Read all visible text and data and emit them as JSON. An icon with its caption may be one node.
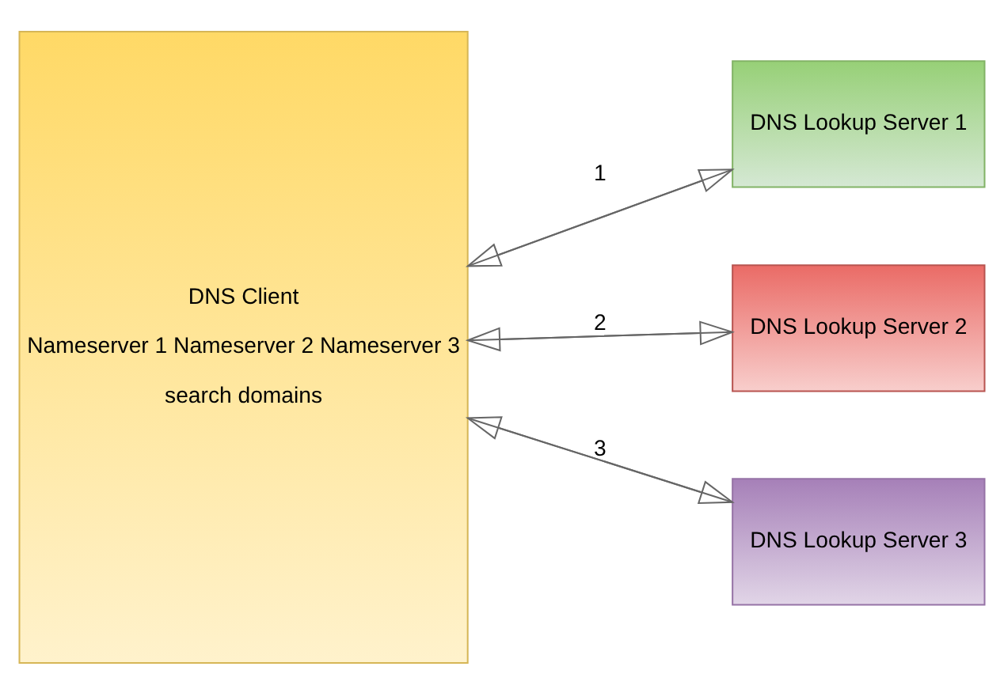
{
  "diagram": {
    "nodes": [
      {
        "text": [
          "DNS Client",
          "Nameserver 1 Nameserver 2 Nameserver 3",
          "search domains"
        ]
      },
      {
        "text": [
          "DNS Lookup Server 1"
        ]
      },
      {
        "text": [
          "DNS Lookup Server 2"
        ]
      },
      {
        "text": [
          "DNS Lookup Server 3"
        ]
      }
    ],
    "edges": [
      {
        "from": 0,
        "to": 1,
        "arrow": "to",
        "label": "1"
      },
      {
        "from": 1,
        "to": 0,
        "arrow": "to"
      },
      {
        "from": 0,
        "to": 2,
        "arrow": "to",
        "label": "2"
      },
      {
        "from": 2,
        "to": 0,
        "arrow": "to"
      },
      {
        "from": 0,
        "to": 3,
        "arrow": "to",
        "label": "3"
      },
      {
        "from": 3,
        "to": 0,
        "arrow": "to"
      }
    ]
  }
}
